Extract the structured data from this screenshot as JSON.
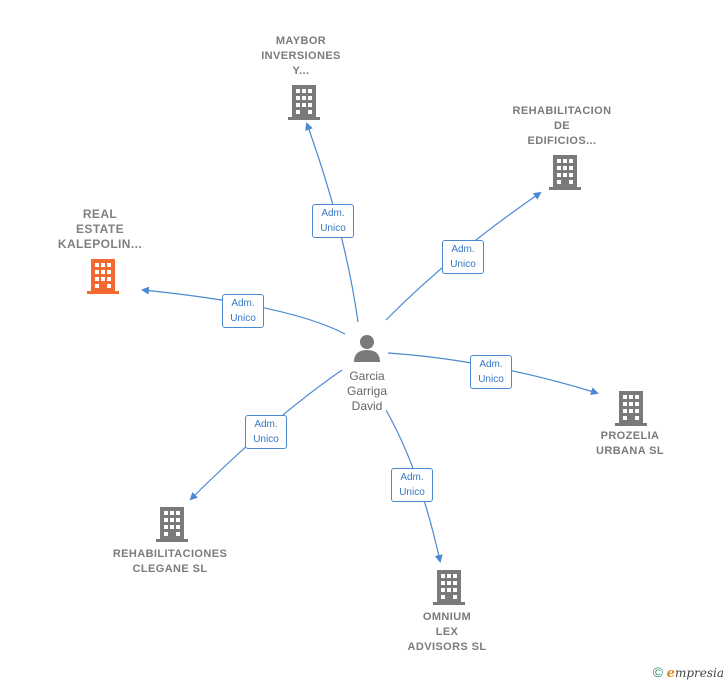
{
  "center": {
    "name_lines": [
      "Garcia",
      "Garriga",
      "David"
    ]
  },
  "edge_label": {
    "line1": "Adm.",
    "line2": "Unico"
  },
  "companies": [
    {
      "id": "maybor",
      "lines": [
        "MAYBOR",
        "INVERSIONES",
        "Y..."
      ],
      "highlight": false
    },
    {
      "id": "rehab_edificios",
      "lines": [
        "REHABILITACION",
        "DE",
        "EDIFICIOS..."
      ],
      "highlight": false
    },
    {
      "id": "real_estate",
      "lines": [
        "REAL",
        "ESTATE",
        "KALEPOLIN..."
      ],
      "highlight": true
    },
    {
      "id": "prozelia",
      "lines": [
        "PROZELIA",
        "URBANA SL"
      ],
      "highlight": false
    },
    {
      "id": "rehab_clegane",
      "lines": [
        "REHABILITACIONES",
        "CLEGANE  SL"
      ],
      "highlight": false
    },
    {
      "id": "omnium",
      "lines": [
        "OMNIUM",
        "LEX",
        "ADVISORS  SL"
      ],
      "highlight": false
    }
  ],
  "colors": {
    "building": "#7a7a7a",
    "highlight": "#f26a32",
    "edge": "#4a89d0",
    "person": "#7a7a7a"
  },
  "footer": {
    "copyright": "©",
    "brand_initial": "e",
    "brand_rest": "mpresia"
  }
}
